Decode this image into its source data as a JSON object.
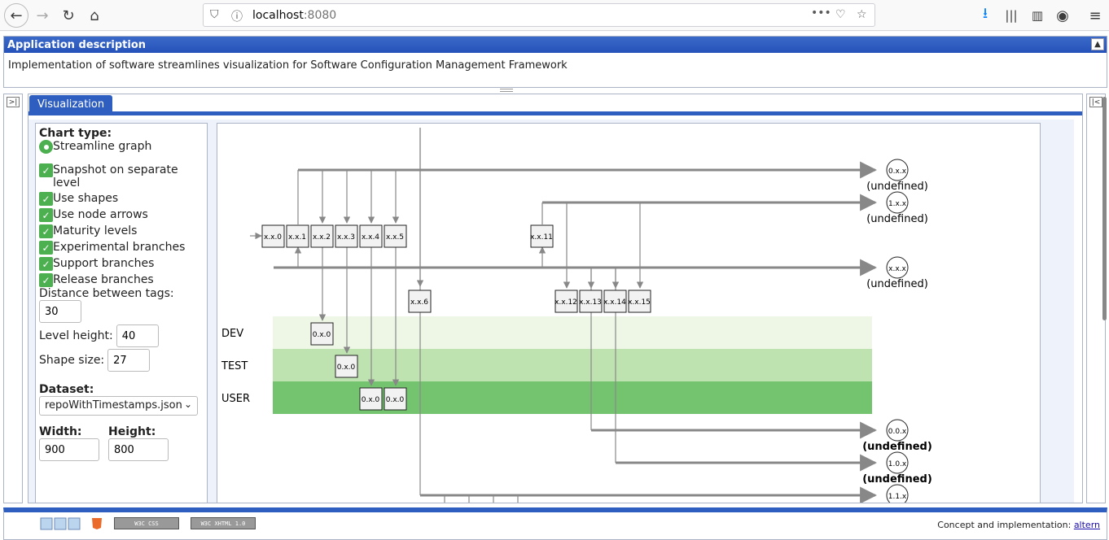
{
  "browser": {
    "url_host": "localhost",
    "url_port": ":8080"
  },
  "description": {
    "title": "Application description",
    "text": "Implementation of software streamlines visualization for Software Configuration Management Framework"
  },
  "tabs": [
    {
      "label": "Visualization"
    }
  ],
  "options": {
    "chart_type_label": "Chart type:",
    "chart_type_option": "Streamline graph",
    "checkboxes": [
      {
        "label": "Snapshot on separate level"
      },
      {
        "label": "Use shapes"
      },
      {
        "label": "Use node arrows"
      },
      {
        "label": "Maturity levels"
      },
      {
        "label": "Experimental branches"
      },
      {
        "label": "Support branches"
      },
      {
        "label": "Release branches"
      }
    ],
    "distance_label": "Distance between tags:",
    "distance_value": "30",
    "level_height_label": "Level height:",
    "level_height_value": "40",
    "shape_size_label": "Shape size:",
    "shape_size_value": "27",
    "dataset_label": "Dataset:",
    "dataset_value": "repoWithTimestamps.json",
    "width_label": "Width:",
    "width_value": "900",
    "height_label": "Height:",
    "height_value": "800"
  },
  "graph": {
    "levels": [
      {
        "label": "DEV",
        "color": "#eef6e6"
      },
      {
        "label": "TEST",
        "color": "#bfe3b0"
      },
      {
        "label": "USER",
        "color": "#74c46f"
      }
    ],
    "nodes": [
      "x.x.0",
      "x.x.1",
      "x.x.2",
      "x.x.3",
      "x.x.4",
      "x.x.5",
      "x.x.11",
      "x.x.6",
      "x.x.12",
      "x.x.13",
      "x.x.14",
      "x.x.15",
      "0.x.0",
      "0.x.0",
      "0.x.0",
      "0.x.0"
    ],
    "branches": [
      {
        "name": "0.x.x",
        "note": "(undefined)"
      },
      {
        "name": "1.x.x",
        "note": "(undefined)"
      },
      {
        "name": "x.x.x",
        "note": "(undefined)"
      },
      {
        "name": "0.0.x",
        "note": "(undefined)"
      },
      {
        "name": "1.0.x",
        "note": "(undefined)"
      },
      {
        "name": "1.1.x",
        "note": ""
      }
    ]
  },
  "footer": {
    "badges": [
      "W3C CSS",
      "W3C XHTML 1.0"
    ],
    "credit_prefix": "Concept and implementation: ",
    "credit_link": "altern"
  }
}
